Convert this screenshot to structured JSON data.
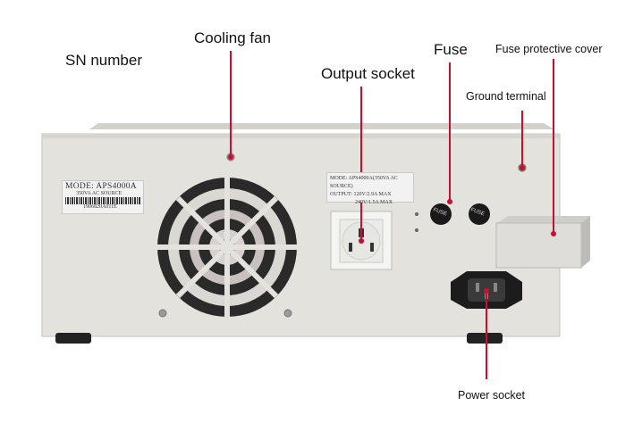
{
  "labels": {
    "sn_number": "SN number",
    "cooling_fan": "Cooling fan",
    "output_socket": "Output socket",
    "fuse": "Fuse",
    "fuse_cover": "Fuse protective cover",
    "ground_terminal": "Ground terminal",
    "power_socket": "Power socket"
  },
  "sn_sticker": {
    "model": "MODE: APS4000A",
    "spec": "350VA AC SOURCE",
    "serial": "1906820A011E"
  },
  "output_sticker": {
    "model": "MODE: APS4000A(350VA AC SOURCE)",
    "line1": "OUTPUT: 120V/2.9A MAX",
    "line2": "240V/1.5A MAX"
  },
  "fuse_cap_text": "FUSE",
  "colors": {
    "pointer": "#c8102e",
    "panel": "#e3e2dd",
    "dark": "#1a1a1a"
  }
}
